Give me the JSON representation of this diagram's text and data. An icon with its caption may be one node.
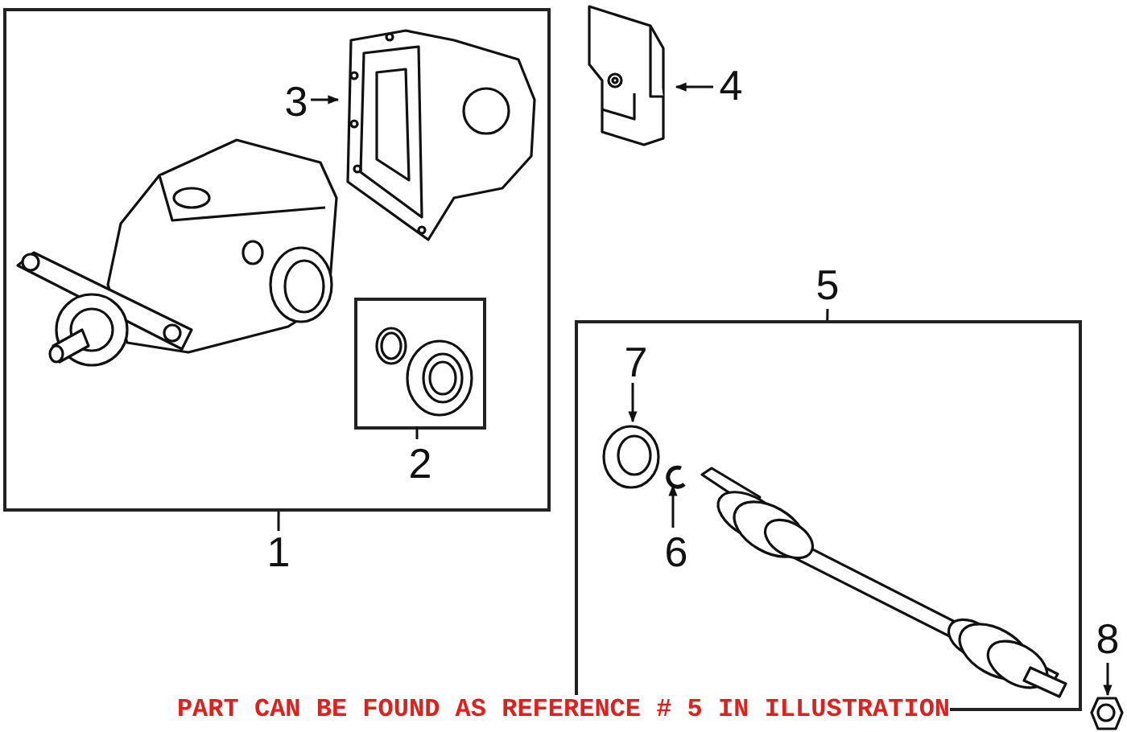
{
  "diagram": {
    "nodes": [
      {
        "text": [],
        "shape": "box"
      },
      {
        "text": [],
        "shape": "picture",
        "in": 0
      },
      {
        "text": [],
        "shape": "picture",
        "in": 0
      },
      {
        "text": [
          "3"
        ],
        "in": 0
      },
      {
        "text": [],
        "shape": "box",
        "in": 0
      },
      {
        "text": [],
        "shape": "picture",
        "in": 4
      },
      {
        "text": [
          "2"
        ],
        "in": 0
      },
      {
        "text": [
          "1"
        ]
      },
      {
        "text": [],
        "shape": "picture"
      },
      {
        "text": [
          "4"
        ]
      },
      {
        "text": [],
        "shape": "box"
      },
      {
        "text": [
          "5"
        ]
      },
      {
        "text": [],
        "shape": "picture",
        "in": 10
      },
      {
        "text": [
          "7"
        ],
        "in": 10
      },
      {
        "text": [],
        "shape": "picture",
        "in": 10
      },
      {
        "text": [
          "6"
        ],
        "in": 10
      },
      {
        "text": [],
        "shape": "picture",
        "in": 10
      },
      {
        "text": [],
        "shape": "picture"
      },
      {
        "text": [
          "8"
        ]
      }
    ],
    "edges": [
      {
        "from": 3,
        "to": 2,
        "arrow": "to"
      },
      {
        "from": 9,
        "to": 8,
        "arrow": "to"
      },
      {
        "from": 6,
        "to": 4,
        "arrow": "none"
      },
      {
        "from": 7,
        "to": 0,
        "arrow": "none"
      },
      {
        "from": 11,
        "to": 10,
        "arrow": "none"
      },
      {
        "from": 13,
        "to": 12,
        "arrow": "to"
      },
      {
        "from": 15,
        "to": 14,
        "arrow": "to"
      },
      {
        "from": 18,
        "to": 17,
        "arrow": "to"
      }
    ],
    "labels": [
      "PART CAN BE FOUND AS REFERENCE # 5 IN ILLUSTRATION"
    ]
  }
}
